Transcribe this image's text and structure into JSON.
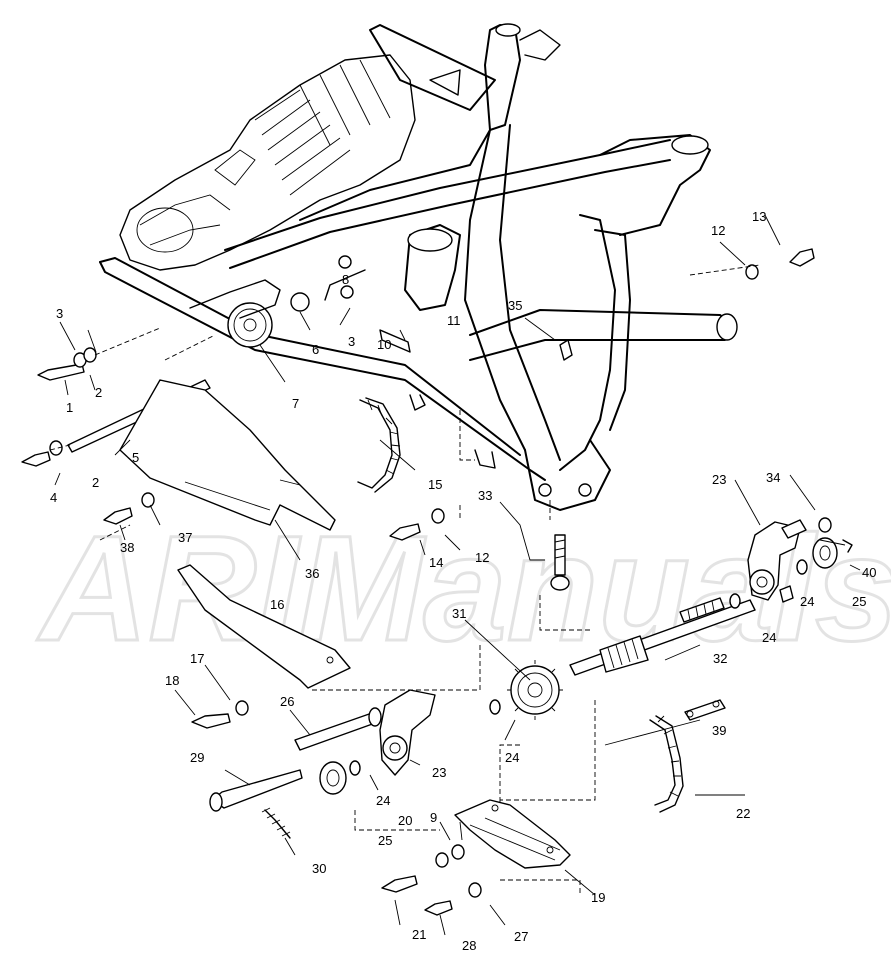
{
  "watermark": "ARIManuals",
  "callouts": {
    "c1": "1",
    "c2a": "2",
    "c2b": "2",
    "c3a": "3",
    "c3b": "3",
    "c4": "4",
    "c5": "5",
    "c6": "6",
    "c7": "7",
    "c8": "8",
    "c9": "9",
    "c10": "10",
    "c11": "11",
    "c12a": "12",
    "c12b": "12",
    "c13": "13",
    "c14": "14",
    "c15": "15",
    "c16": "16",
    "c17": "17",
    "c18": "18",
    "c19": "19",
    "c20": "20",
    "c21": "21",
    "c22": "22",
    "c23a": "23",
    "c23b": "23",
    "c24a": "24",
    "c24b": "24",
    "c24c": "24",
    "c24d": "24",
    "c25a": "25",
    "c25b": "25",
    "c26": "26",
    "c27": "27",
    "c28": "28",
    "c29": "29",
    "c30": "30",
    "c31": "31",
    "c32": "32",
    "c33": "33",
    "c34": "34",
    "c35": "35",
    "c36": "36",
    "c37": "37",
    "c38": "38",
    "c39": "39",
    "c40": "40"
  }
}
